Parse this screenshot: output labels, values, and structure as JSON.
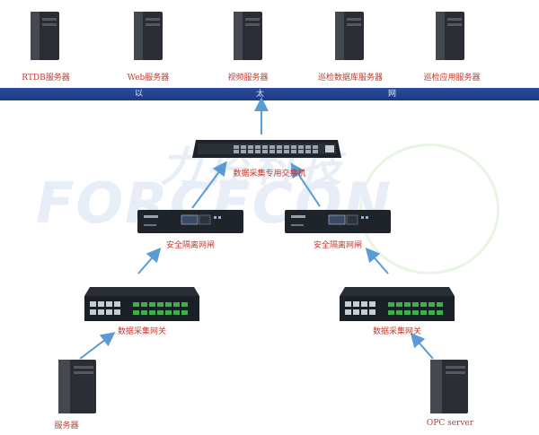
{
  "top_servers": [
    {
      "label": "RTDB服务器"
    },
    {
      "label": "Web服务器"
    },
    {
      "label": "视频服务器"
    },
    {
      "label": "巡检数据库服务器"
    },
    {
      "label": "巡检应用服务器"
    }
  ],
  "bus": {
    "segments": [
      "以",
      "太",
      "网"
    ]
  },
  "switch": {
    "label": "数据采集专用交换机"
  },
  "isolation": [
    {
      "label": "安全隔离网闸"
    },
    {
      "label": "安全隔离网闸"
    }
  ],
  "gateways": [
    {
      "label": "数据采集网关"
    },
    {
      "label": "数据采集网关"
    }
  ],
  "bottom_nodes": [
    {
      "label": "服务器"
    },
    {
      "label": "OPC server"
    }
  ],
  "watermark": {
    "text": "FORCECON",
    "text_cn": "力控科技"
  },
  "colors": {
    "label": "#c0392b",
    "bus": "#2b4c9a",
    "arrow": "#5b9bd5"
  }
}
